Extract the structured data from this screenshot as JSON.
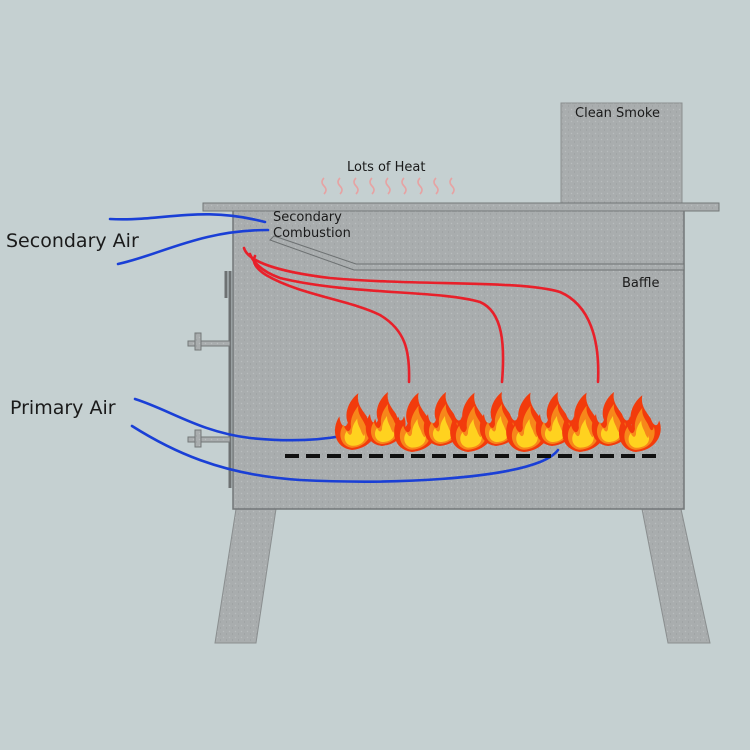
{
  "labels": {
    "secondary_air": "Secondary Air",
    "primary_air": "Primary Air",
    "heat": "Lots of Heat",
    "smoke": "Clean Smoke",
    "baffle": "Baffle",
    "secondary_combustion_line1": "Secondary",
    "secondary_combustion_line2": "Combustion"
  },
  "colors": {
    "background": "#c5d0d1",
    "metal": "#a9adae",
    "air_flow": "#1a3fd6",
    "hot_gas": "#e8202a",
    "heat_waves": "#e6a3a3",
    "flame_outer": "#f23b0c",
    "flame_mid": "#f7871a",
    "flame_inner": "#ffd21f",
    "grate": "#111111"
  },
  "icons": [
    "flame-icon",
    "heat-wave-icon"
  ]
}
